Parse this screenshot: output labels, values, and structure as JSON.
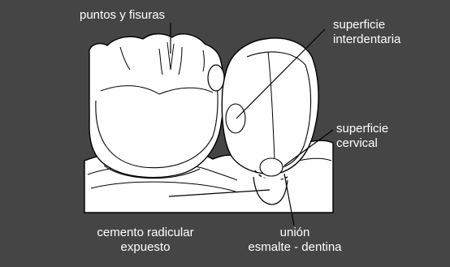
{
  "labels": {
    "pits_fissures": "puntos y fisuras",
    "interproximal_1": "superficie",
    "interproximal_2": "interdentaria",
    "cervical_1": "superficie",
    "cervical_2": "cervical",
    "root_1": "cemento radicular",
    "root_2": "expuesto",
    "cej_1": "unión",
    "cej_2": "esmalte - dentina"
  }
}
